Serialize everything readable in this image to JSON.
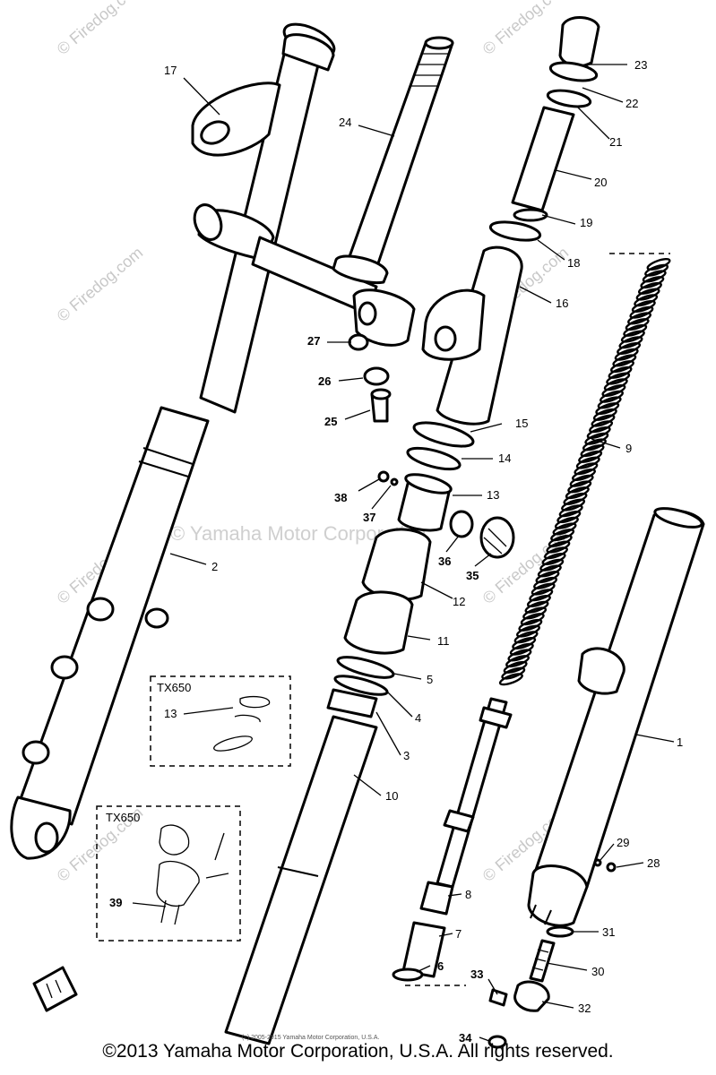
{
  "callouts": [
    {
      "id": "17",
      "label": "17"
    },
    {
      "id": "24",
      "label": "24"
    },
    {
      "id": "23",
      "label": "23"
    },
    {
      "id": "22",
      "label": "22"
    },
    {
      "id": "21",
      "label": "21"
    },
    {
      "id": "20",
      "label": "20"
    },
    {
      "id": "19",
      "label": "19"
    },
    {
      "id": "18",
      "label": "18"
    },
    {
      "id": "16",
      "label": "16"
    },
    {
      "id": "27",
      "label": "27"
    },
    {
      "id": "26",
      "label": "26"
    },
    {
      "id": "25",
      "label": "25"
    },
    {
      "id": "15",
      "label": "15"
    },
    {
      "id": "14",
      "label": "14"
    },
    {
      "id": "9",
      "label": "9"
    },
    {
      "id": "38",
      "label": "38"
    },
    {
      "id": "37",
      "label": "37"
    },
    {
      "id": "13",
      "label": "13"
    },
    {
      "id": "36",
      "label": "36"
    },
    {
      "id": "35",
      "label": "35"
    },
    {
      "id": "2",
      "label": "2"
    },
    {
      "id": "12",
      "label": "12"
    },
    {
      "id": "11",
      "label": "11"
    },
    {
      "id": "5",
      "label": "5"
    },
    {
      "id": "4",
      "label": "4"
    },
    {
      "id": "3",
      "label": "3"
    },
    {
      "id": "1",
      "label": "1"
    },
    {
      "id": "10",
      "label": "10"
    },
    {
      "id": "29",
      "label": "29"
    },
    {
      "id": "28",
      "label": "28"
    },
    {
      "id": "8",
      "label": "8"
    },
    {
      "id": "31",
      "label": "31"
    },
    {
      "id": "7",
      "label": "7"
    },
    {
      "id": "30",
      "label": "30"
    },
    {
      "id": "6",
      "label": "6"
    },
    {
      "id": "33",
      "label": "33"
    },
    {
      "id": "32",
      "label": "32"
    },
    {
      "id": "34",
      "label": "34"
    },
    {
      "id": "39",
      "label": "39"
    },
    {
      "id": "13b",
      "label": "13"
    }
  ],
  "boxes": {
    "box1_title": "TX650",
    "box2_title": "TX650"
  },
  "watermarks": {
    "firedog": "© Firedog.com",
    "yamaha": "© Yamaha Motor Corporation"
  },
  "small_copyright": "(c) 2005-2015 Yamaha Motor Corporation, U.S.A.",
  "footer": "©2013 Yamaha Motor Corporation, U.S.A. All rights reserved."
}
